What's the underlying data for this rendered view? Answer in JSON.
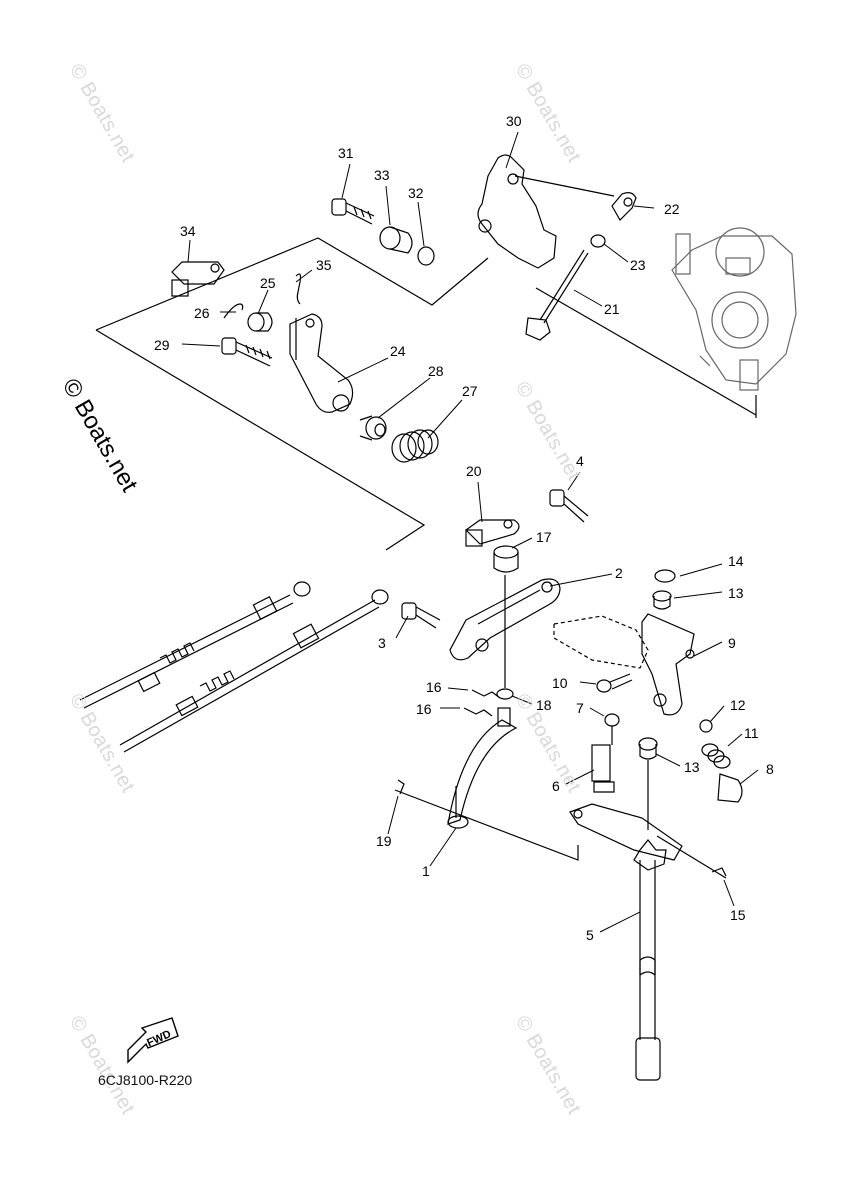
{
  "watermarks": [
    "© Boats.net",
    "© Boats.net",
    "© Boats.net",
    "© Boats.net",
    "© Boats.net",
    "© Boats.net",
    "© Boats.net"
  ],
  "main_watermark": "© Boats.net",
  "diagram_code": "6CJ8100-R220",
  "fwd_label": "FWD",
  "callouts": [
    "1",
    "2",
    "3",
    "4",
    "5",
    "6",
    "7",
    "8",
    "9",
    "10",
    "11",
    "12",
    "13",
    "13",
    "14",
    "15",
    "16",
    "16",
    "17",
    "18",
    "19",
    "20",
    "21",
    "22",
    "23",
    "24",
    "25",
    "26",
    "27",
    "28",
    "29",
    "30",
    "31",
    "32",
    "33",
    "34",
    "35"
  ]
}
